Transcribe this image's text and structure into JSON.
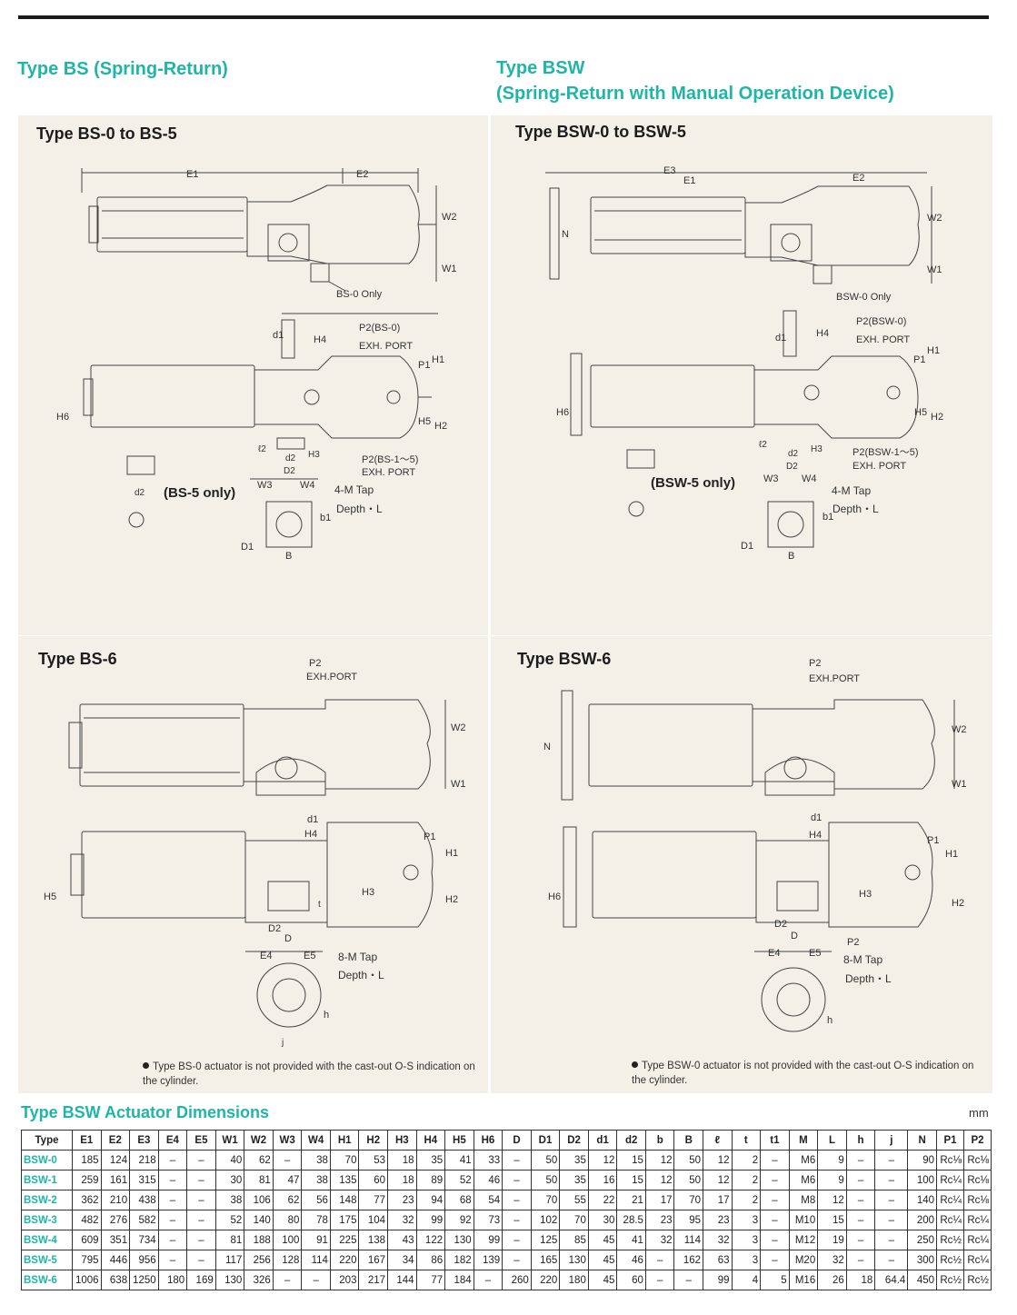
{
  "headings": {
    "left_section": "Type BS (Spring-Return)",
    "right_section_line1": "Type BSW",
    "right_section_line2": "(Spring-Return with Manual Operation Device)"
  },
  "panels": {
    "bs05_title": "Type BS-0 to BS-5",
    "bsw05_title": "Type BSW-0 to BSW-5",
    "bs6_title": "Type BS-6",
    "bsw6_title": "Type BSW-6"
  },
  "labels": {
    "e1": "E1",
    "e2": "E2",
    "e3": "E3",
    "w1": "W1",
    "w2": "W2",
    "bs0_only": "BS-0 Only",
    "bsw0_only": "BSW-0 Only",
    "p2_bs0": "P2(BS-0)",
    "p2_bsw0": "P2(BSW-0)",
    "exh_port": "EXH. PORT",
    "p1": "P1",
    "h1": "H1",
    "h2": "H2",
    "h3": "H3",
    "h4": "H4",
    "h5": "H5",
    "h6": "H6",
    "d1": "d1",
    "d2": "d2",
    "d2cap": "D2",
    "l2": "ℓ2",
    "p2_bs1_5": "P2(BS-1～5)",
    "p2_bsw1_5": "P2(BSW-1～5)",
    "w3": "W3",
    "w4": "W4",
    "bs5_only": "(BS-5 only)",
    "bsw5_only": "(BSW-5 only)",
    "tap4": "4-M Tap",
    "depth_l": "Depth・L",
    "b1": "b1",
    "d1cap": "D1",
    "b": "B",
    "p2": "P2",
    "exh_port2": "EXH.PORT",
    "n": "N",
    "e4": "E4",
    "e5": "E5",
    "dcap": "D",
    "tap8": "8-M Tap",
    "h": "h",
    "j": "j",
    "t": "t"
  },
  "notes": {
    "bs": "Type BS-0 actuator is not provided with the cast-out O-S indication on the cylinder.",
    "bsw": "Type BSW-0 actuator is not provided with the cast-out O-S indication on the cylinder."
  },
  "table": {
    "title": "Type BSW Actuator Dimensions",
    "unit": "mm",
    "columns": [
      "Type",
      "E1",
      "E2",
      "E3",
      "E4",
      "E5",
      "W1",
      "W2",
      "W3",
      "W4",
      "H1",
      "H2",
      "H3",
      "H4",
      "H5",
      "H6",
      "D",
      "D1",
      "D2",
      "d1",
      "d2",
      "b",
      "B",
      "ℓ",
      "t",
      "t1",
      "M",
      "L",
      "h",
      "j",
      "N",
      "P1",
      "P2"
    ],
    "rows": [
      [
        "BSW-0",
        "185",
        "124",
        "218",
        "–",
        "–",
        "40",
        "62",
        "–",
        "38",
        "70",
        "53",
        "18",
        "35",
        "41",
        "33",
        "–",
        "50",
        "35",
        "12",
        "15",
        "12",
        "50",
        "12",
        "2",
        "–",
        "M6",
        "9",
        "–",
        "–",
        "90",
        "Rc⅛",
        "Rc⅛"
      ],
      [
        "BSW-1",
        "259",
        "161",
        "315",
        "–",
        "–",
        "30",
        "81",
        "47",
        "38",
        "135",
        "60",
        "18",
        "89",
        "52",
        "46",
        "–",
        "50",
        "35",
        "16",
        "15",
        "12",
        "50",
        "12",
        "2",
        "–",
        "M6",
        "9",
        "–",
        "–",
        "100",
        "Rc¼",
        "Rc⅛"
      ],
      [
        "BSW-2",
        "362",
        "210",
        "438",
        "–",
        "–",
        "38",
        "106",
        "62",
        "56",
        "148",
        "77",
        "23",
        "94",
        "68",
        "54",
        "–",
        "70",
        "55",
        "22",
        "21",
        "17",
        "70",
        "17",
        "2",
        "–",
        "M8",
        "12",
        "–",
        "–",
        "140",
        "Rc¼",
        "Rc⅛"
      ],
      [
        "BSW-3",
        "482",
        "276",
        "582",
        "–",
        "–",
        "52",
        "140",
        "80",
        "78",
        "175",
        "104",
        "32",
        "99",
        "92",
        "73",
        "–",
        "102",
        "70",
        "30",
        "28.5",
        "23",
        "95",
        "23",
        "3",
        "–",
        "M10",
        "15",
        "–",
        "–",
        "200",
        "Rc¼",
        "Rc¼"
      ],
      [
        "BSW-4",
        "609",
        "351",
        "734",
        "–",
        "–",
        "81",
        "188",
        "100",
        "91",
        "225",
        "138",
        "43",
        "122",
        "130",
        "99",
        "–",
        "125",
        "85",
        "45",
        "41",
        "32",
        "114",
        "32",
        "3",
        "–",
        "M12",
        "19",
        "–",
        "–",
        "250",
        "Rc½",
        "Rc¼"
      ],
      [
        "BSW-5",
        "795",
        "446",
        "956",
        "–",
        "–",
        "117",
        "256",
        "128",
        "114",
        "220",
        "167",
        "34",
        "86",
        "182",
        "139",
        "–",
        "165",
        "130",
        "45",
        "46",
        "–",
        "162",
        "63",
        "3",
        "–",
        "M20",
        "32",
        "–",
        "–",
        "300",
        "Rc½",
        "Rc¼"
      ],
      [
        "BSW-6",
        "1006",
        "638",
        "1250",
        "180",
        "169",
        "130",
        "326",
        "–",
        "–",
        "203",
        "217",
        "144",
        "77",
        "184",
        "–",
        "260",
        "220",
        "180",
        "45",
        "60",
        "–",
        "–",
        "99",
        "4",
        "5",
        "M16",
        "26",
        "18",
        "64.4",
        "450",
        "Rc½",
        "Rc½"
      ]
    ]
  }
}
